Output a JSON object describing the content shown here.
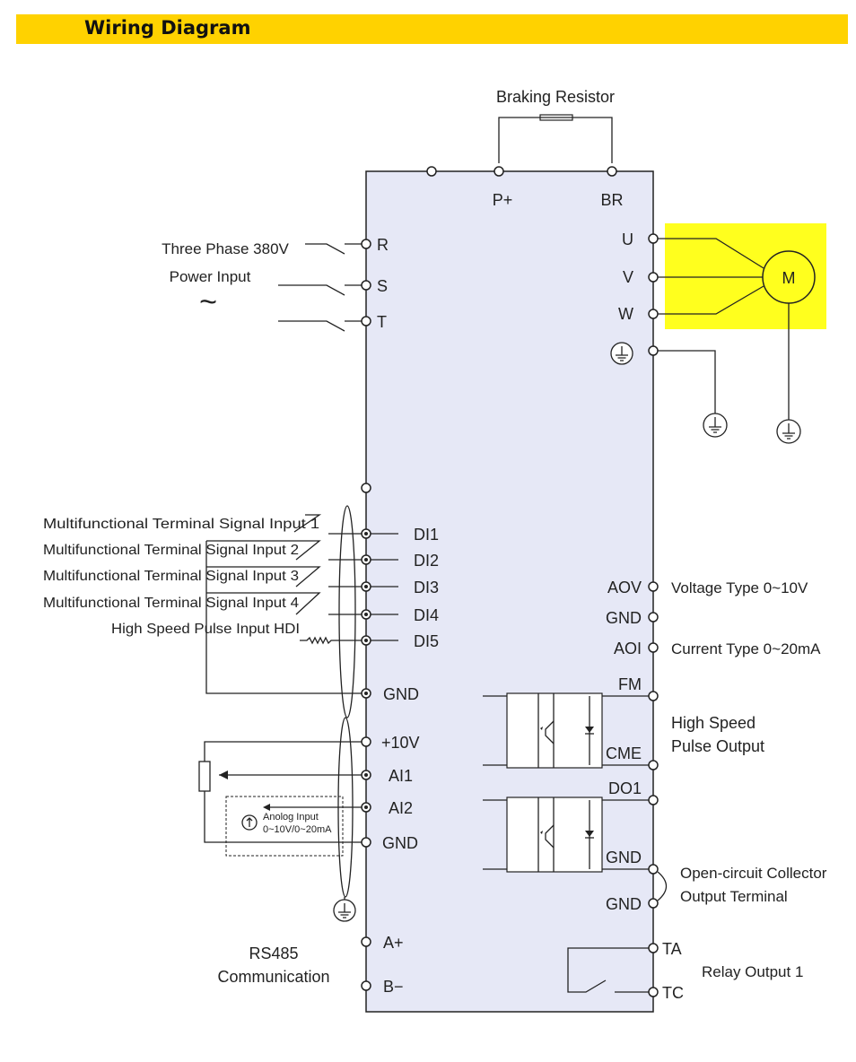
{
  "header": {
    "title": "Wiring Diagram"
  },
  "braking": {
    "label": "Braking Resistor",
    "terminals": [
      "P+",
      "BR"
    ]
  },
  "power_input": {
    "label_line1": "Three Phase 380V",
    "label_line2": "Power Input",
    "symbol": "~",
    "terminals": [
      "R",
      "S",
      "T"
    ]
  },
  "motor": {
    "terminals": [
      "U",
      "V",
      "W"
    ],
    "label": "M"
  },
  "digital_inputs": {
    "sources": [
      "Multifunctional Terminal Signal Input 1",
      "Multifunctional Terminal Signal Input 2",
      "Multifunctional Terminal Signal Input 3",
      "Multifunctional Terminal Signal Input 4",
      "High Speed Pulse Input HDI"
    ],
    "terminals": [
      "DI1",
      "DI2",
      "DI3",
      "DI4",
      "DI5"
    ],
    "common": "GND"
  },
  "analog_inputs": {
    "terminals": [
      "+10V",
      "AI1",
      "AI2",
      "GND"
    ],
    "source_label_line1": "Anolog Input",
    "source_label_line2": "0~10V/0~20mA"
  },
  "rs485": {
    "label_line1": "RS485",
    "label_line2": "Communication",
    "terminals": [
      "A+",
      "B−"
    ]
  },
  "analog_outputs": {
    "terminals": [
      "AOV",
      "GND",
      "AOI"
    ],
    "voltage_label": "Voltage Type 0~10V",
    "current_label": "Current Type 0~20mA"
  },
  "pulse_output": {
    "terminals": [
      "FM",
      "CME"
    ],
    "label_line1": "High Speed",
    "label_line2": "Pulse Output"
  },
  "collector_output": {
    "terminals": [
      "DO1",
      "GND",
      "GND"
    ],
    "label_line1": "Open-circuit Collector",
    "label_line2": "Output Terminal"
  },
  "relay_output": {
    "terminals": [
      "TA",
      "TC"
    ],
    "label": "Relay Output 1"
  },
  "colors": {
    "banner": "#ffd200",
    "drive_body": "#e6e8f6",
    "motor_highlight": "#ffff1e"
  }
}
